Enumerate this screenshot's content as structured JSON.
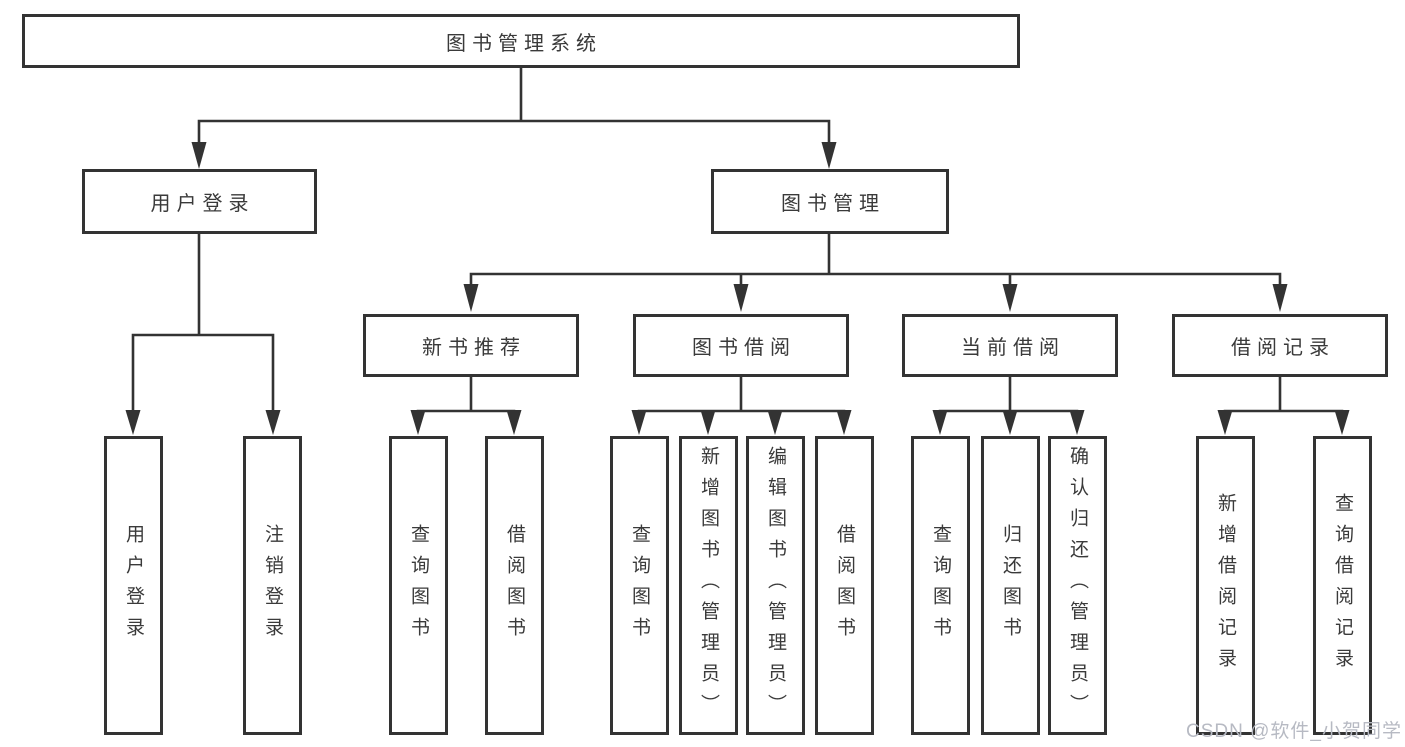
{
  "tree": {
    "root": {
      "label": "图书管理系统",
      "children": [
        {
          "label": "用户登录",
          "children": [
            {
              "label": "用户登录"
            },
            {
              "label": "注销登录"
            }
          ]
        },
        {
          "label": "图书管理",
          "children": [
            {
              "label": "新书推荐",
              "children": [
                {
                  "label": "查询图书"
                },
                {
                  "label": "借阅图书"
                }
              ]
            },
            {
              "label": "图书借阅",
              "children": [
                {
                  "label": "查询图书"
                },
                {
                  "label": "新增图书（管理员）"
                },
                {
                  "label": "编辑图书（管理员）"
                },
                {
                  "label": "借阅图书"
                }
              ]
            },
            {
              "label": "当前借阅",
              "children": [
                {
                  "label": "查询图书"
                },
                {
                  "label": "归还图书"
                },
                {
                  "label": "确认归还（管理员）"
                }
              ]
            },
            {
              "label": "借阅记录",
              "children": [
                {
                  "label": "新增借阅记录"
                },
                {
                  "label": "查询借阅记录"
                }
              ]
            }
          ]
        }
      ]
    }
  },
  "watermark": {
    "text": "CSDN @软件_小贺同学"
  },
  "colors": {
    "line": "#333333",
    "box_background": "#ffffff",
    "text": "#3a3a3a",
    "watermark": "#b7bac3"
  }
}
